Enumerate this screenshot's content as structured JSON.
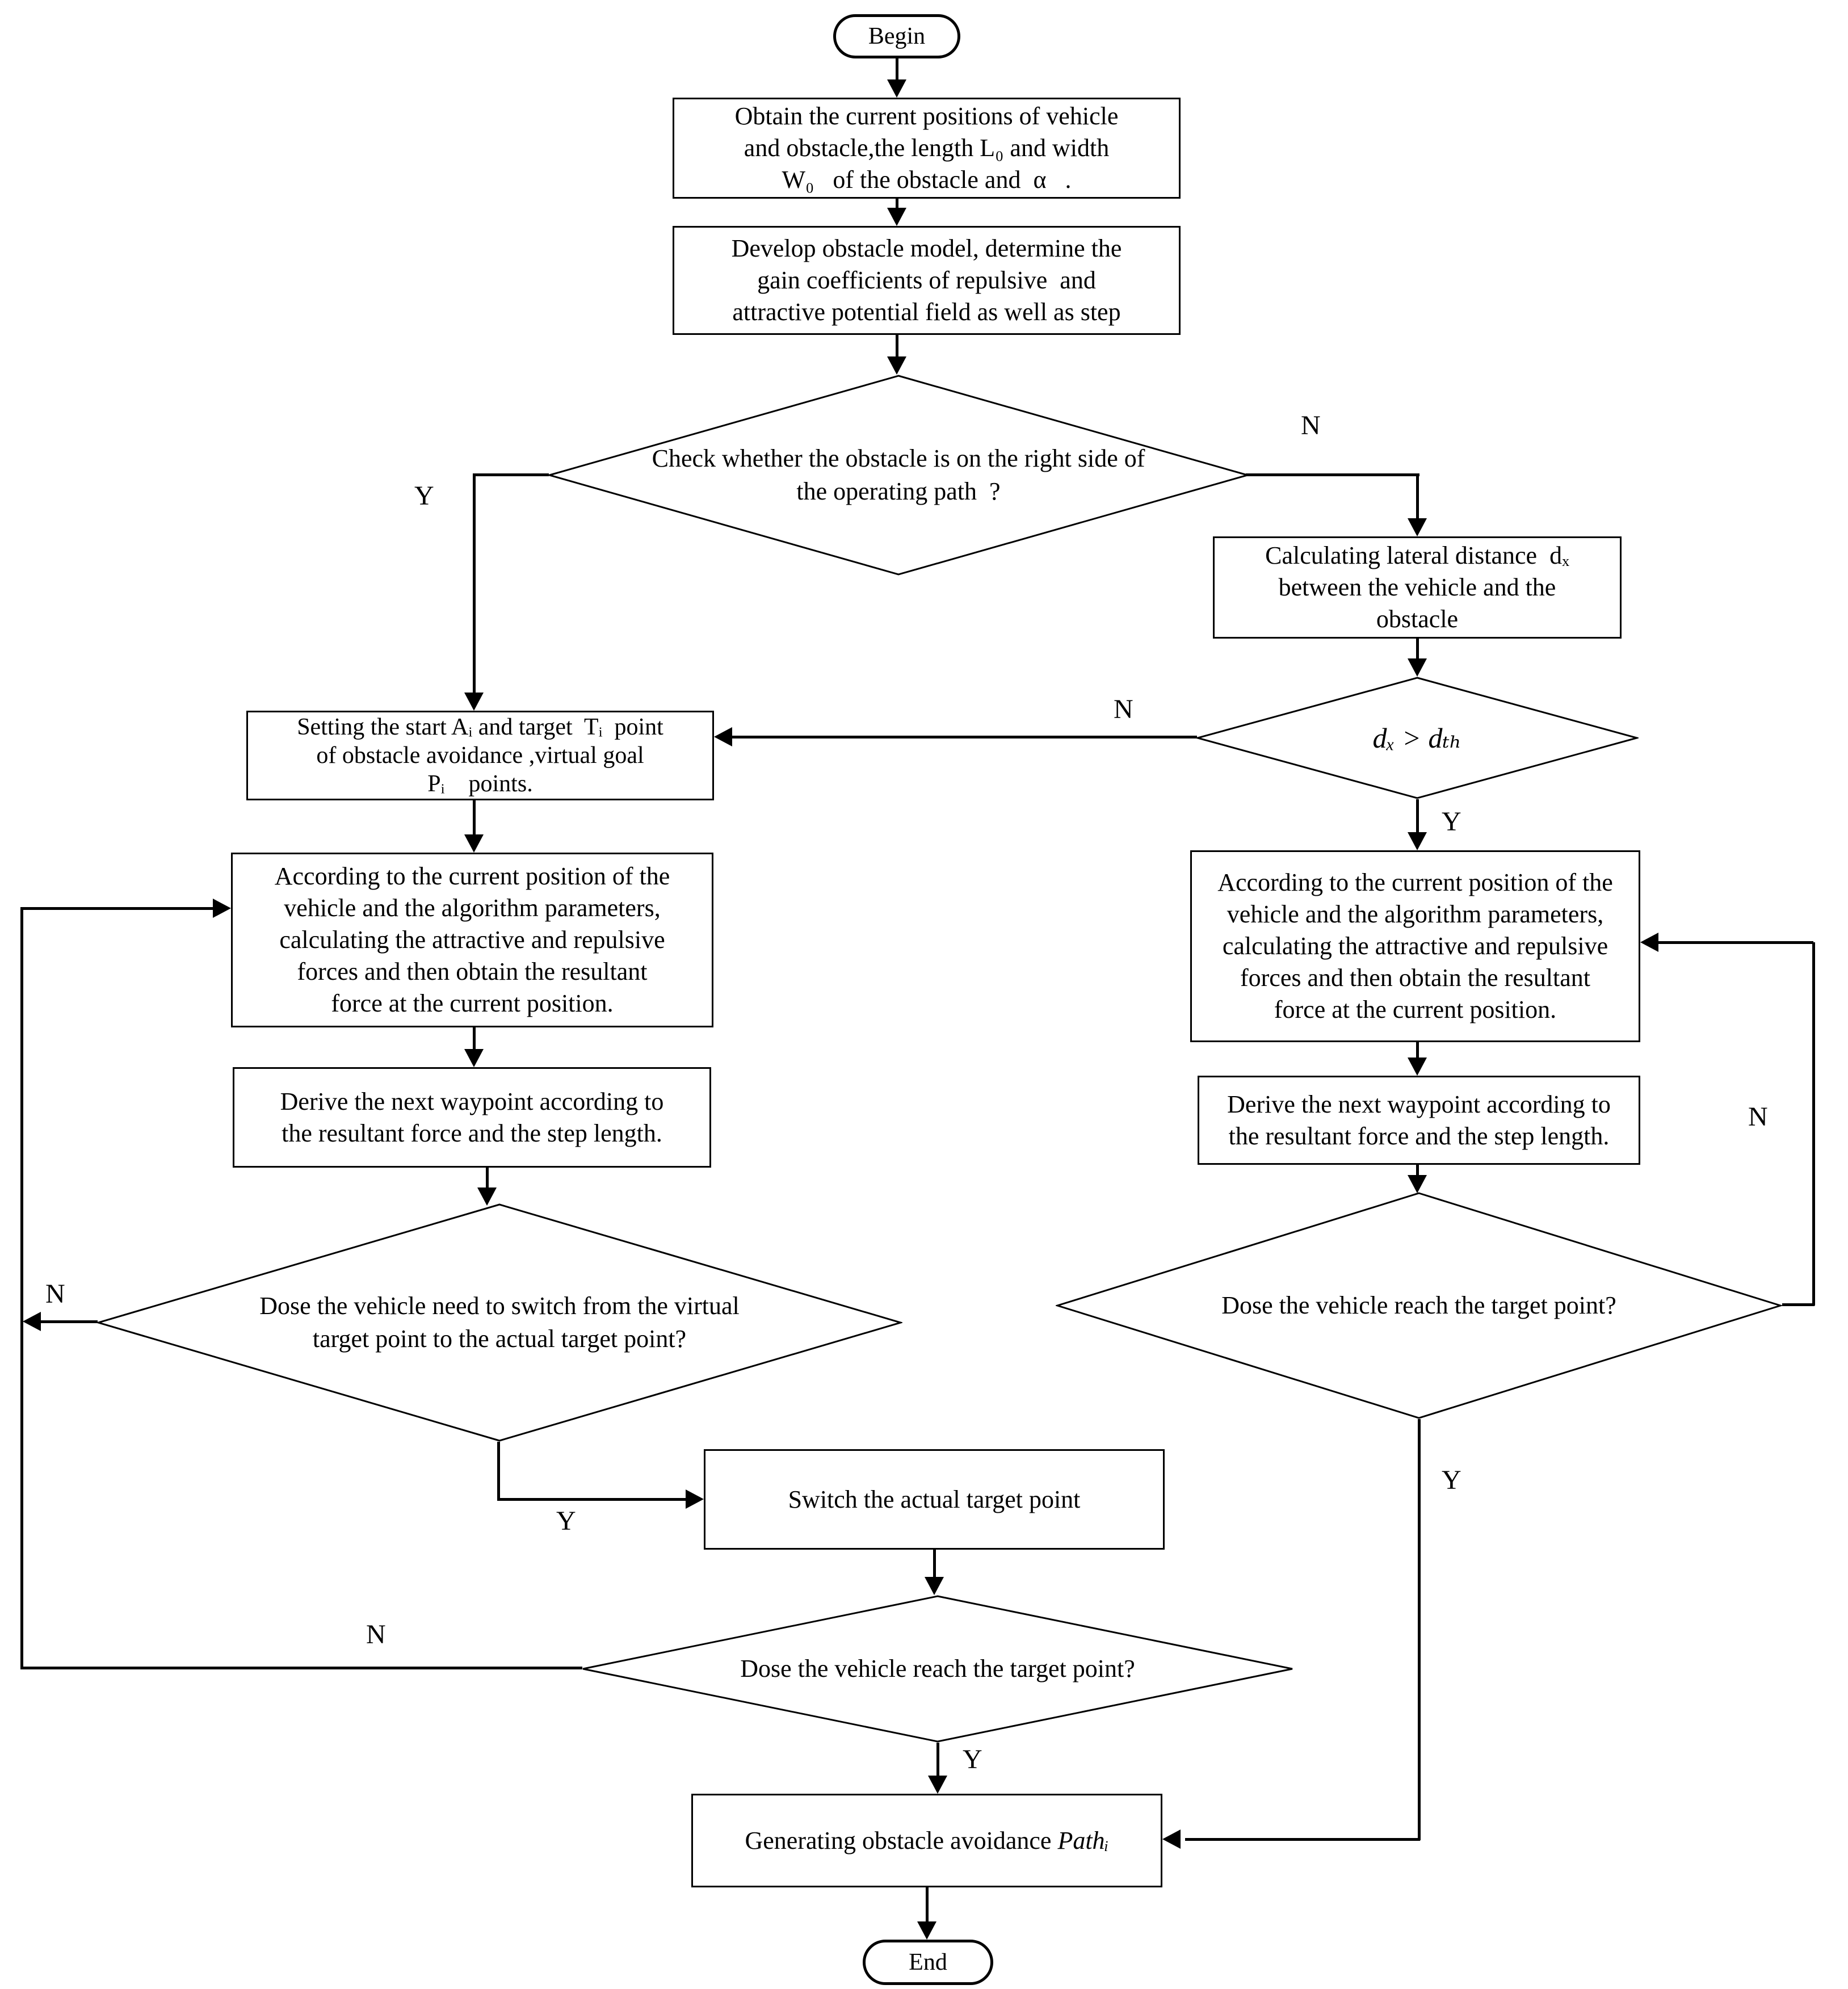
{
  "terminals": {
    "begin": "Begin",
    "end": "End"
  },
  "boxes": {
    "obtain": {
      "lines": [
        "Obtain the current positions of vehicle",
        "and obstacle,the length L₀ and width",
        "W₀   of the obstacle and  α   ."
      ]
    },
    "develop": {
      "lines": [
        "Develop obstacle model, determine the",
        "gain coefficients of repulsive  and",
        "attractive potential field as well as step"
      ]
    },
    "calc_lateral": {
      "lines": [
        "Calculating lateral distance  dₓ",
        "between the vehicle and the",
        "obstacle"
      ]
    },
    "setting": {
      "lines": [
        "Setting the start Aᵢ and target  Tᵢ  point",
        "of obstacle avoidance ,virtual goal",
        "Pᵢ    points."
      ]
    },
    "according_left": {
      "lines": [
        "According to the current position of the",
        "vehicle and the algorithm parameters,",
        "calculating the attractive and repulsive",
        "forces and then obtain the resultant",
        "force at the current position."
      ]
    },
    "derive_left": {
      "lines": [
        "Derive the next waypoint according to",
        "the resultant force and the step length."
      ]
    },
    "according_right": {
      "lines": [
        "According to the current position of the",
        "vehicle and the algorithm parameters,",
        "calculating the attractive and repulsive",
        "forces and then obtain the resultant",
        "force at the current position."
      ]
    },
    "derive_right": {
      "lines": [
        "Derive the next waypoint according to",
        "the resultant force and the step length."
      ]
    },
    "switch_target": {
      "label": "Switch the actual target point"
    },
    "generating": {
      "prefix": "Generating obstacle avoidance ",
      "math": "Pathᵢ"
    }
  },
  "diamonds": {
    "check_side": {
      "lines": [
        "Check whether the obstacle is on the right side of",
        "the operating path  ?"
      ]
    },
    "dx_threshold": {
      "math": "dₓ > dₜₕ"
    },
    "need_switch": {
      "lines": [
        "Dose the vehicle need to switch from the virtual",
        "target point to the actual target point?"
      ]
    },
    "reach_mid": {
      "label": "Dose the vehicle reach the target point?"
    },
    "reach_right": {
      "label": "Dose the vehicle reach the target point?"
    }
  },
  "labels": {
    "check_yes": "Y",
    "check_no": "N",
    "dx_no": "N",
    "dx_yes": "Y",
    "switch_no": "N",
    "switch_yes": "Y",
    "reach_mid_no": "N",
    "reach_mid_yes": "Y",
    "reach_right_no": "N",
    "reach_right_yes": "Y"
  },
  "colors": {
    "line": "#000000",
    "background": "#ffffff"
  }
}
